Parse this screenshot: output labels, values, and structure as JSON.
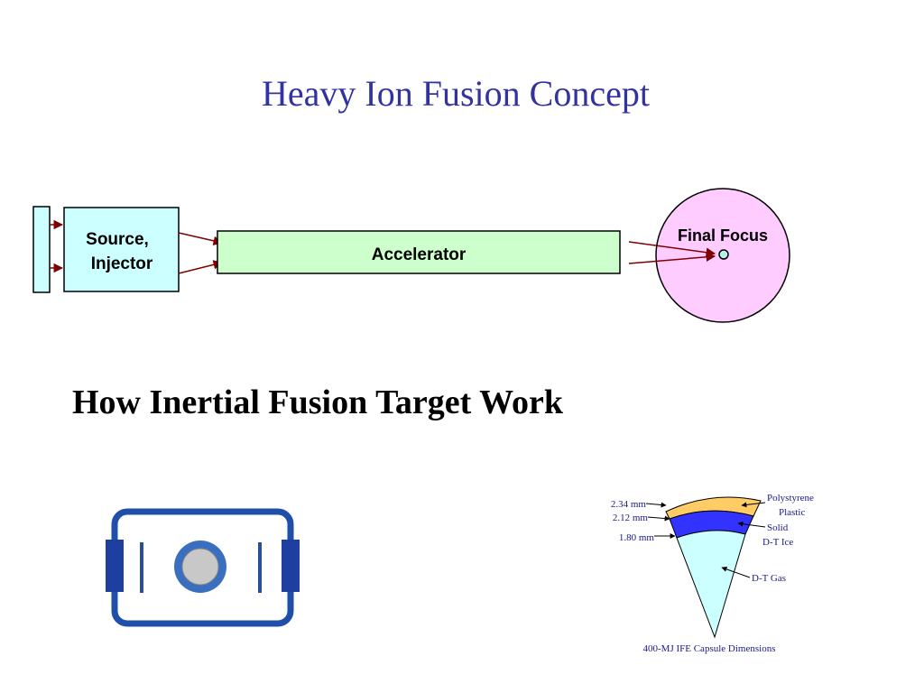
{
  "title": "Heavy Ion Fusion Concept",
  "subheading": "How Inertial Fusion Target Work",
  "diagram": {
    "source_label_line1": "Source,",
    "source_label_line2": "Injector",
    "accelerator_label": "Accelerator",
    "final_focus_label": "Final Focus",
    "colors": {
      "source_fill": "#ccffff",
      "accelerator_fill": "#ccffcc",
      "final_focus_fill": "#ffccff",
      "arrow": "#800000"
    }
  },
  "capsule": {
    "dimensions": [
      "2.34 mm",
      "2.12 mm",
      "1.80 mm"
    ],
    "layers": [
      {
        "line1": "Polystyrene",
        "line2": "Plastic",
        "color": "#ffcc66"
      },
      {
        "line1": "Solid",
        "line2": "D-T Ice",
        "color": "#3333ff"
      },
      {
        "line1": "D-T Gas",
        "line2": "",
        "color": "#ccffff"
      }
    ],
    "caption": "400-MJ IFE Capsule Dimensions"
  }
}
